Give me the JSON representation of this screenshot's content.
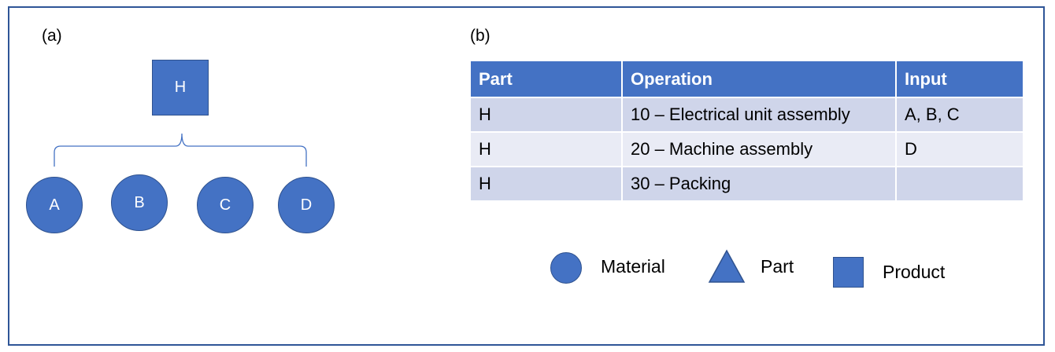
{
  "panel_a": {
    "label": "(a)",
    "root": "H",
    "children": [
      "A",
      "B",
      "C",
      "D"
    ]
  },
  "panel_b": {
    "label": "(b)",
    "table": {
      "headers": [
        "Part",
        "Operation",
        "Input"
      ],
      "rows": [
        [
          "H",
          "10 – Electrical unit assembly",
          "A, B, C"
        ],
        [
          "H",
          "20 – Machine assembly",
          "D"
        ],
        [
          "H",
          "30 – Packing",
          ""
        ]
      ]
    }
  },
  "legend": {
    "material": "Material",
    "part": "Part",
    "product": "Product"
  },
  "colors": {
    "frame": "#2F5597",
    "shape_fill": "#4472C4",
    "header_fill": "#4472C4",
    "row_odd": "#CFD5EA",
    "row_even": "#E9EBF5"
  }
}
